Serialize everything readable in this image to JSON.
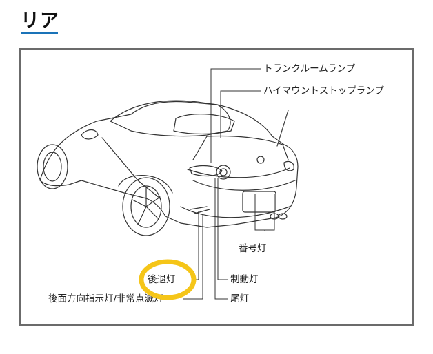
{
  "section": {
    "title": "リア"
  },
  "diagram": {
    "labels": {
      "trunk_room_lamp": "トランクルームランプ",
      "high_mount_stop_lamp": "ハイマウントストップランプ",
      "license_plate_lamp": "番号灯",
      "backup_lamp": "後退灯",
      "brake_lamp": "制動灯",
      "rear_turn_hazard": "後面方向指示灯/非常点滅灯",
      "tail_lamp": "尾灯"
    },
    "highlight": {
      "target": "後退灯",
      "color": "#f5c518"
    }
  }
}
